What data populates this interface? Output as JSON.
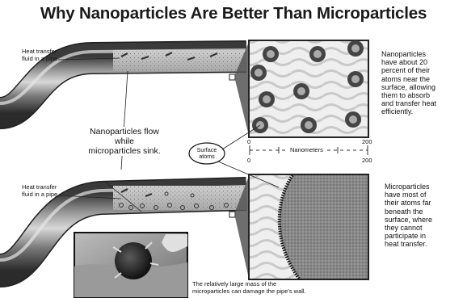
{
  "title": "Why Nanoparticles Are Better Than Microparticles",
  "top_pipe_label": [
    "Heat transfer",
    "fluid in a pipe"
  ],
  "bottom_pipe_label": [
    "Heat transfer",
    "fluid in a pipe"
  ],
  "flow_note": [
    "Nanoparticles flow",
    "while",
    "microparticles sink."
  ],
  "surface_atoms_label": [
    "Surface",
    "atoms"
  ],
  "scale": {
    "label": "Nanometers",
    "start": "0",
    "end": "200"
  },
  "nano_text": [
    "Nanoparticles",
    "have about 20",
    "percent of their",
    "atoms near the",
    "surface, allowing",
    "them to absorb",
    "and transfer heat",
    "efficiently."
  ],
  "micro_text": [
    "Microparticles",
    "have most of",
    "their atoms far",
    "beneath the",
    "surface, where",
    "they cannot",
    "participate in",
    "heat transfer."
  ],
  "damage_caption": [
    "The relatively large mass of the",
    "microparticles can damage the pipe's wall."
  ]
}
